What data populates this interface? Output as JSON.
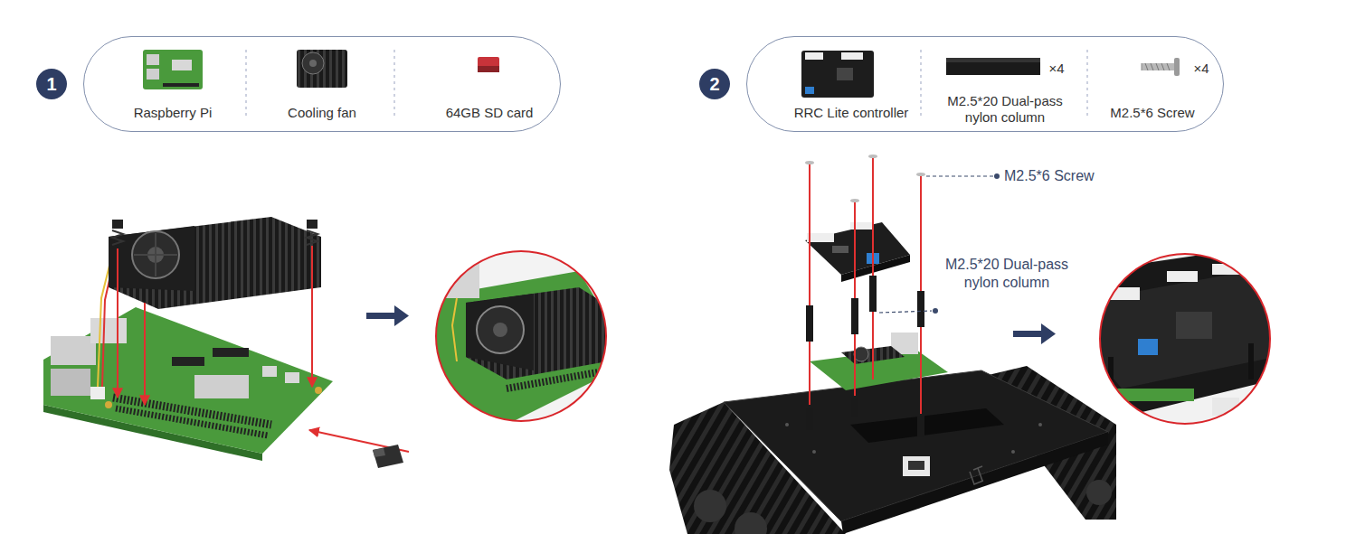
{
  "diagram": {
    "nodes": [
      {
        "text": [
          "1"
        ]
      },
      {
        "text": [
          "Raspberry Pi",
          "Cooling fan",
          "64GB SD card"
        ]
      },
      {
        "text": [
          "2"
        ]
      },
      {
        "text": [
          "RRC Lite controller",
          "M2.5*20 Dual-pass nylon column",
          "×4",
          "M2.5*6 Screw",
          "×4"
        ]
      }
    ],
    "labels": [
      "M2.5*6 Screw",
      "M2.5*20 Dual-pass nylon column"
    ]
  }
}
